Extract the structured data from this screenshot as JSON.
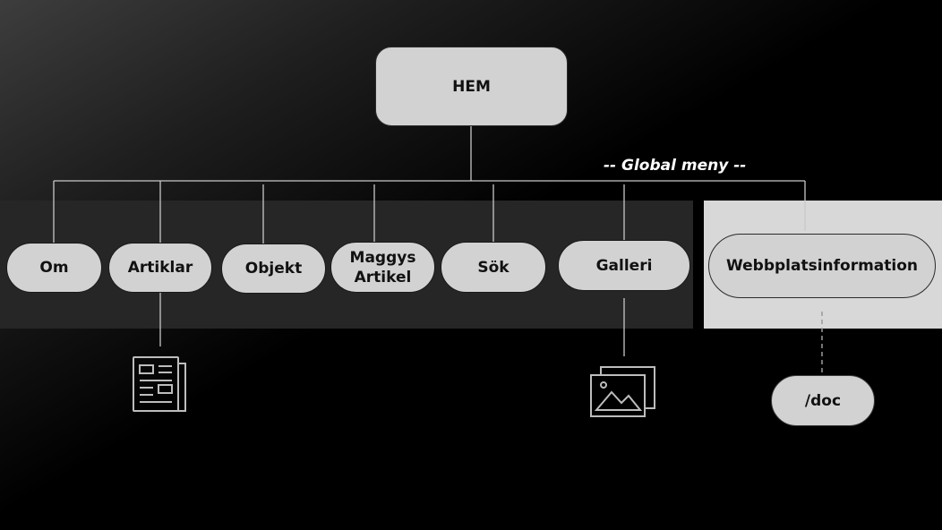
{
  "root": {
    "label": "HEM"
  },
  "global_menu_label": "-- Global meny --",
  "menu_items": [
    {
      "label": "Om"
    },
    {
      "label": "Artiklar"
    },
    {
      "label": "Objekt"
    },
    {
      "label": "Maggys\nArtikel"
    },
    {
      "label": "Sök"
    },
    {
      "label": "Galleri"
    }
  ],
  "info_item": {
    "label": "Webbplatsinformation"
  },
  "doc_item": {
    "label": "/doc"
  },
  "icons": {
    "articles": "newspaper-icon",
    "gallery": "image-gallery-icon"
  }
}
